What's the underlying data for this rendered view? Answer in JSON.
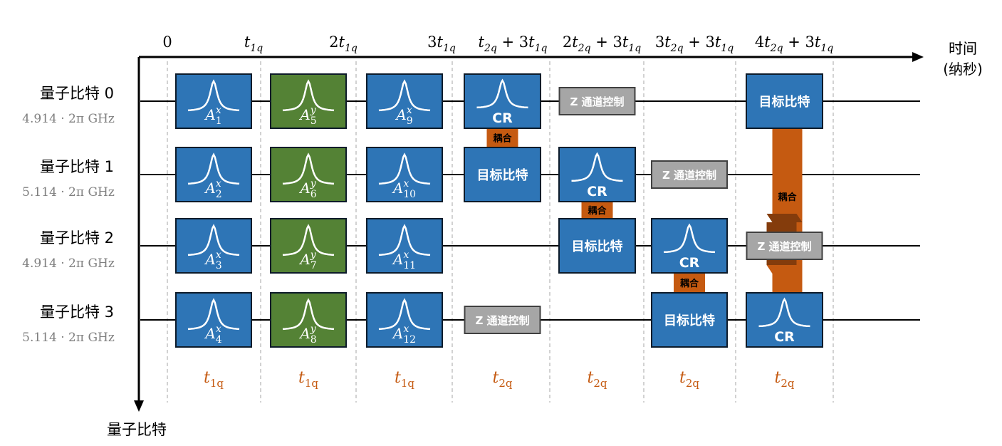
{
  "time_axis": {
    "label_line1": "时间",
    "label_line2": "(纳秒)",
    "ticks": [
      {
        "prefix": "",
        "main": "0",
        "main_sub": "",
        "plus": "",
        "extra": "",
        "extra_sub": ""
      },
      {
        "prefix": "",
        "main": "t",
        "main_sub": "1q",
        "plus": "",
        "extra": "",
        "extra_sub": ""
      },
      {
        "prefix": "2",
        "main": "t",
        "main_sub": "1q",
        "plus": "",
        "extra": "",
        "extra_sub": ""
      },
      {
        "prefix": "3",
        "main": "t",
        "main_sub": "1q",
        "plus": "",
        "extra": "",
        "extra_sub": ""
      },
      {
        "prefix": "",
        "main": "t",
        "main_sub": "2q",
        "plus": " + 3",
        "extra": "t",
        "extra_sub": "1q"
      },
      {
        "prefix": "2",
        "main": "t",
        "main_sub": "2q",
        "plus": " + 3",
        "extra": "t",
        "extra_sub": "1q"
      },
      {
        "prefix": "3",
        "main": "t",
        "main_sub": "2q",
        "plus": " + 3",
        "extra": "t",
        "extra_sub": "1q"
      },
      {
        "prefix": "4",
        "main": "t",
        "main_sub": "2q",
        "plus": " + 3",
        "extra": "t",
        "extra_sub": "1q"
      }
    ]
  },
  "qubit_axis_label": "量子比特",
  "qubits": [
    {
      "name": "量子比特 0",
      "freq": "4.914 · 2π GHz"
    },
    {
      "name": "量子比特 1",
      "freq": "5.114 · 2π GHz"
    },
    {
      "name": "量子比特 2",
      "freq": "4.914 · 2π GHz"
    },
    {
      "name": "量子比特 3",
      "freq": "5.114 · 2π GHz"
    }
  ],
  "pulses": [
    {
      "qubit": 0,
      "slot": 0,
      "axis": "x",
      "index": "1",
      "color": "blue"
    },
    {
      "qubit": 1,
      "slot": 0,
      "axis": "x",
      "index": "2",
      "color": "blue"
    },
    {
      "qubit": 2,
      "slot": 0,
      "axis": "x",
      "index": "3",
      "color": "blue"
    },
    {
      "qubit": 3,
      "slot": 0,
      "axis": "x",
      "index": "4",
      "color": "blue"
    },
    {
      "qubit": 0,
      "slot": 1,
      "axis": "y",
      "index": "5",
      "color": "green"
    },
    {
      "qubit": 1,
      "slot": 1,
      "axis": "y",
      "index": "6",
      "color": "green"
    },
    {
      "qubit": 2,
      "slot": 1,
      "axis": "y",
      "index": "7",
      "color": "green"
    },
    {
      "qubit": 3,
      "slot": 1,
      "axis": "y",
      "index": "8",
      "color": "green"
    },
    {
      "qubit": 0,
      "slot": 2,
      "axis": "x",
      "index": "9",
      "color": "blue"
    },
    {
      "qubit": 1,
      "slot": 2,
      "axis": "x",
      "index": "10",
      "color": "blue"
    },
    {
      "qubit": 2,
      "slot": 2,
      "axis": "x",
      "index": "11",
      "color": "blue"
    },
    {
      "qubit": 3,
      "slot": 2,
      "axis": "x",
      "index": "12",
      "color": "blue"
    }
  ],
  "pulse_letter": "A",
  "cr_label": "CR",
  "target_label": "目标比特",
  "zcontrol_label": "Z 通道控制",
  "coupling_label": "耦合",
  "two_qubit_ops": [
    {
      "slot": 3,
      "cr_qubit": 0,
      "target_qubit": 1,
      "z_qubit": 3
    },
    {
      "slot": 4,
      "cr_qubit": 1,
      "target_qubit": 2,
      "z_qubit": 0
    },
    {
      "slot": 5,
      "cr_qubit": 2,
      "target_qubit": 3,
      "z_qubit": 1
    },
    {
      "slot": 6,
      "cr_qubit": 3,
      "target_qubit": 0,
      "z_qubit": 2
    }
  ],
  "durations": [
    {
      "main": "t",
      "sub": "1q"
    },
    {
      "main": "t",
      "sub": "1q"
    },
    {
      "main": "t",
      "sub": "1q"
    },
    {
      "main": "t",
      "sub": "2q"
    },
    {
      "main": "t",
      "sub": "2q"
    },
    {
      "main": "t",
      "sub": "2q"
    },
    {
      "main": "t",
      "sub": "2q"
    }
  ],
  "colors": {
    "blue_fill": "#2E75B6",
    "green_fill": "#548235",
    "box_stroke": "#0D1B2A",
    "gray_fill": "#A6A6A6",
    "coupling_fill": "#C55A11",
    "coupling_dark": "#843C0C",
    "duration_text": "#C55A11",
    "freq_text": "#7F7F7F"
  }
}
